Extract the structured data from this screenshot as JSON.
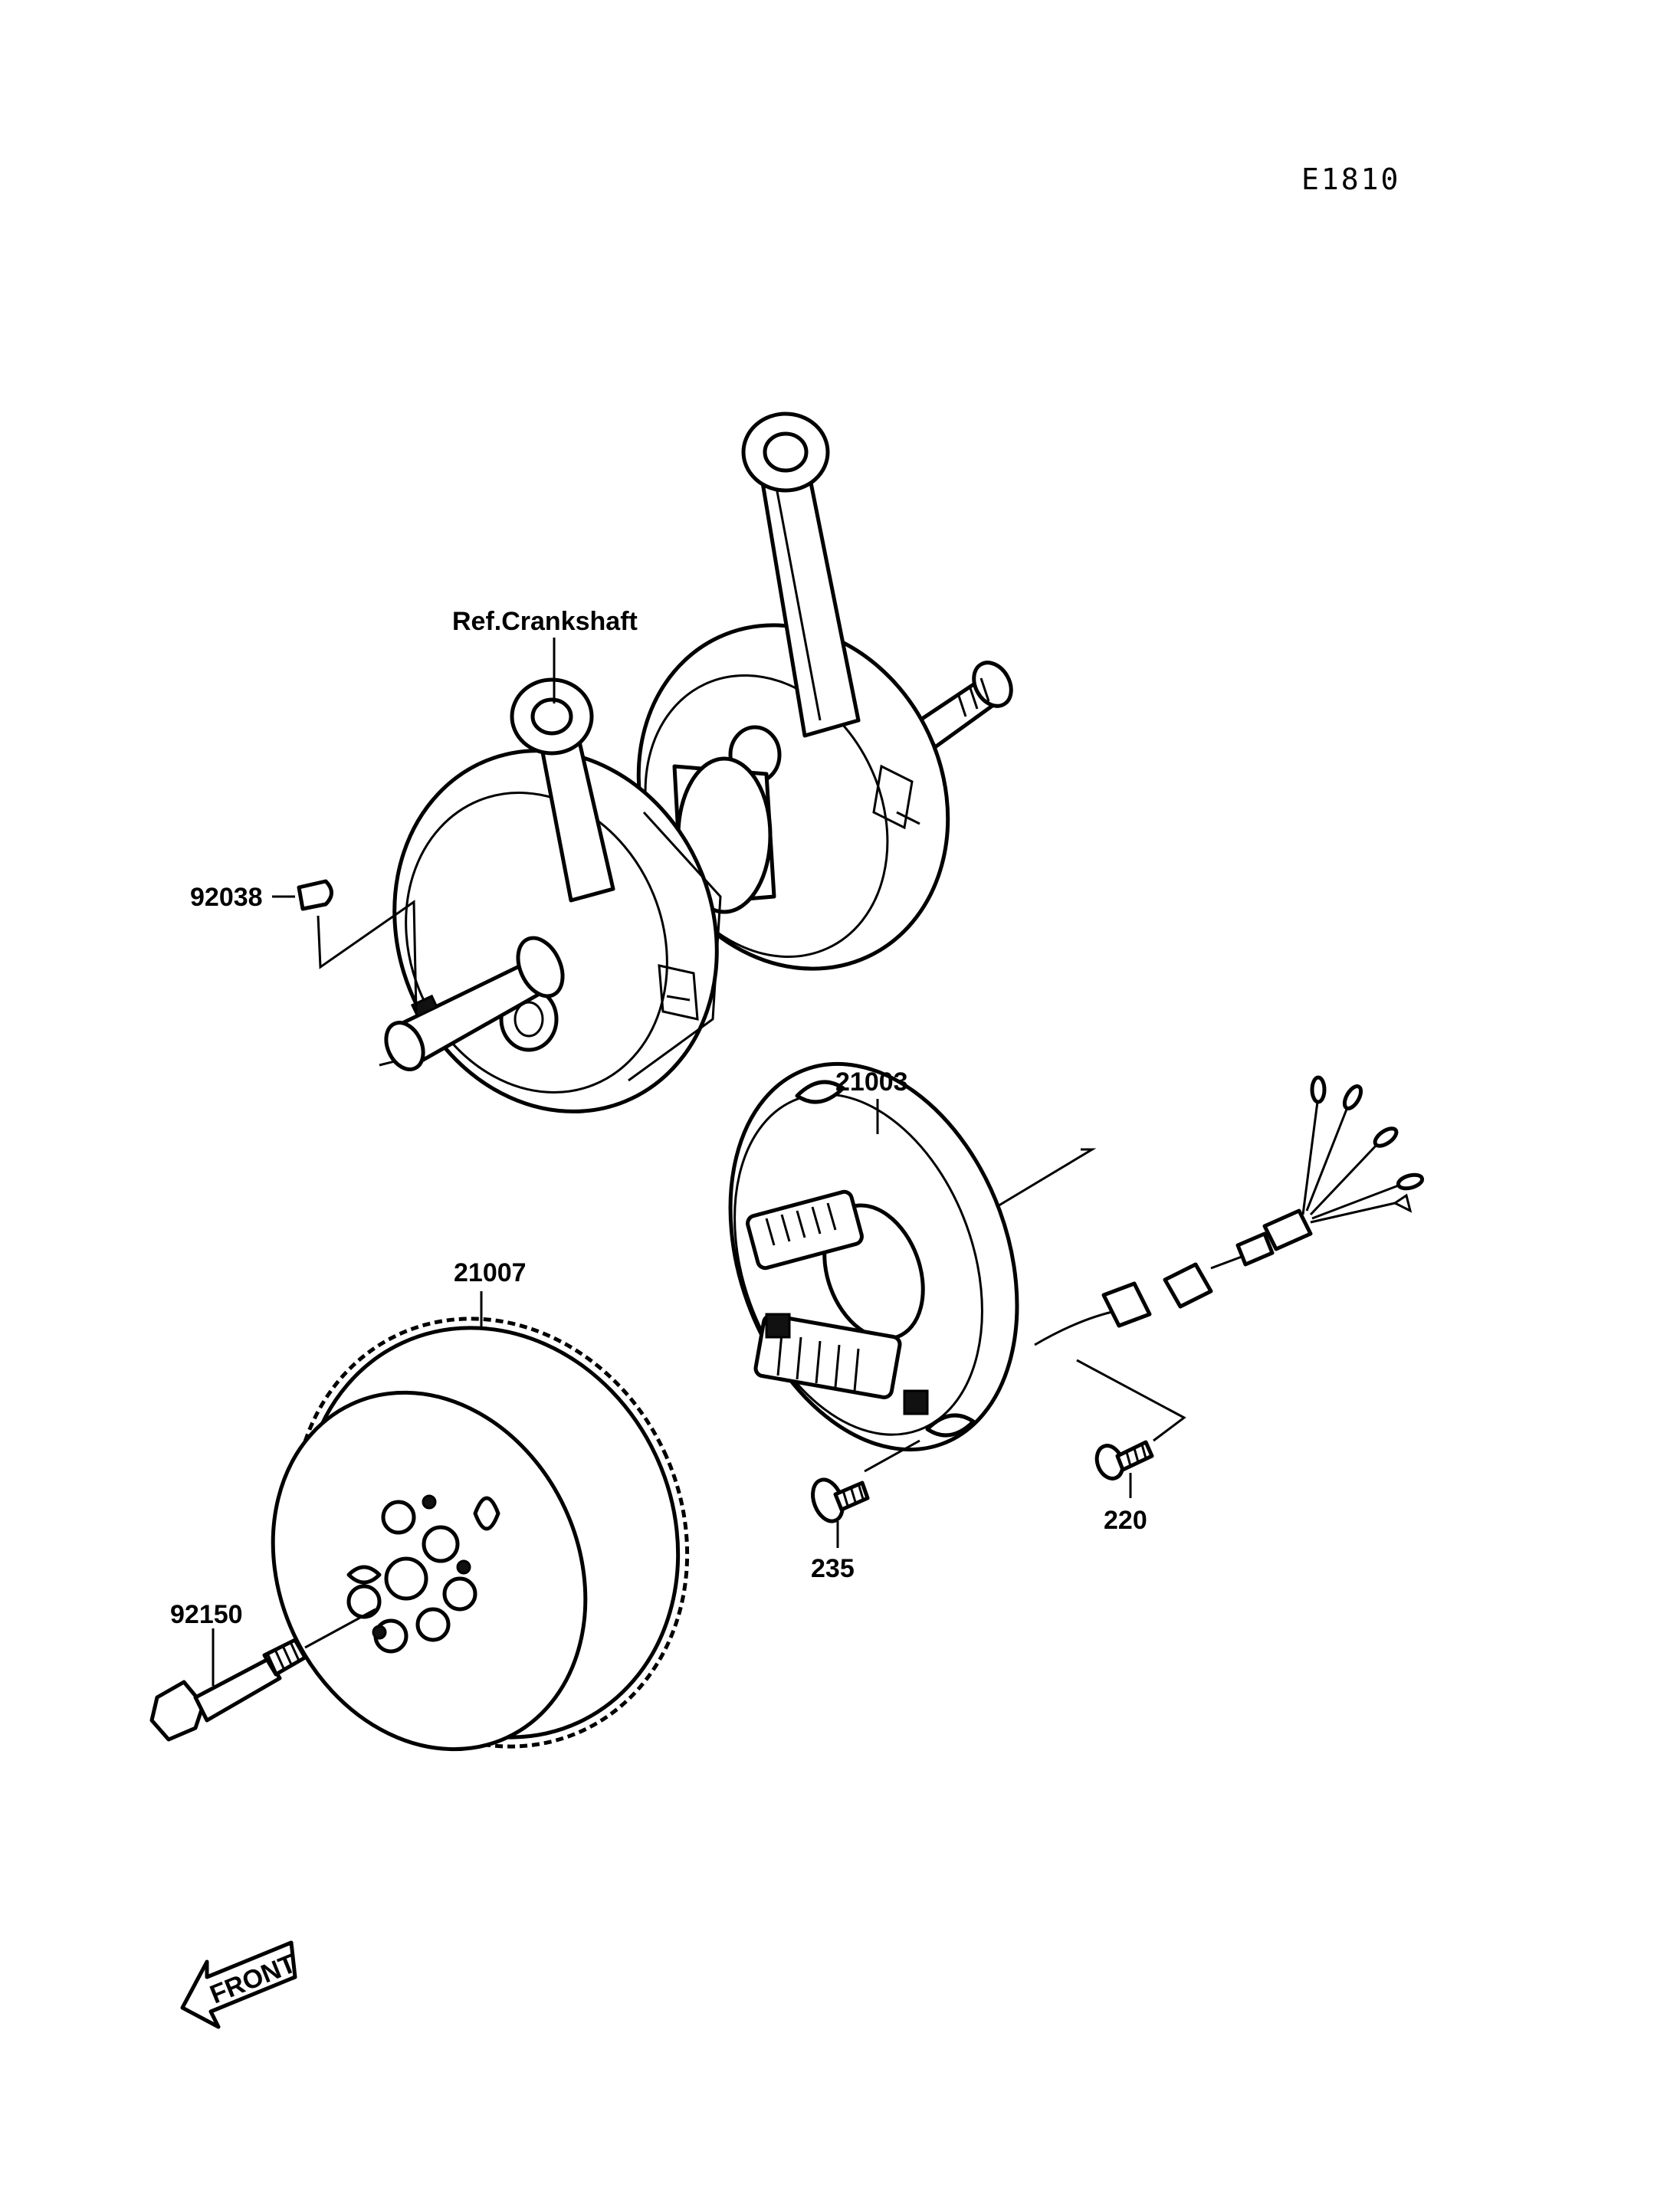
{
  "diagram_code": "E1810",
  "labels": {
    "crankshaft_ref": "Ref.Crankshaft",
    "key": "92038",
    "stator": "21003",
    "rotor": "21007",
    "bolt": "92150",
    "screw_235": "235",
    "screw_220": "220"
  },
  "front_arrow": "FRONT"
}
